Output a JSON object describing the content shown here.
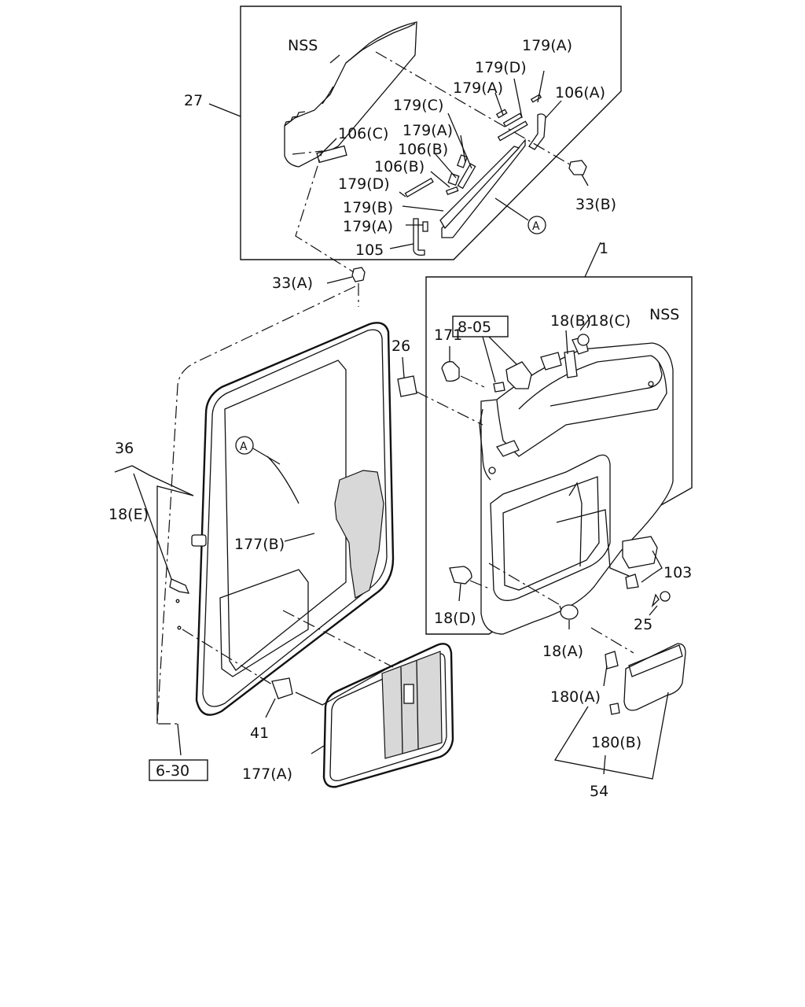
{
  "labels": {
    "nss_top": "NSS",
    "p27": "27",
    "p179a_1": "179(A)",
    "p179d_1": "179(D)",
    "p179a_2": "179(A)",
    "p106a": "106(A)",
    "p179c": "179(C)",
    "p179a_3": "179(A)",
    "p106c": "106(C)",
    "p106b_1": "106(B)",
    "p106b_2": "106(B)",
    "p179d_2": "179(D)",
    "p179b": "179(B)",
    "p179a_4": "179(A)",
    "p105": "105",
    "p33b": "33(B)",
    "circle_a_top": "A",
    "p33a": "33(A)",
    "p1": "1",
    "ref_805": "8-05",
    "p18c": "18(C)",
    "p18b": "18(B)",
    "nss_right": "NSS",
    "p171": "171",
    "p26": "26",
    "circle_a_door": "A",
    "p36": "36",
    "p18e": "18(E)",
    "p177b": "177(B)",
    "p103": "103",
    "p18d": "18(D)",
    "p25": "25",
    "p18a": "18(A)",
    "p180a": "180(A)",
    "p41": "41",
    "p180b": "180(B)",
    "ref_630": "6-30",
    "p177a": "177(A)",
    "p54": "54"
  }
}
